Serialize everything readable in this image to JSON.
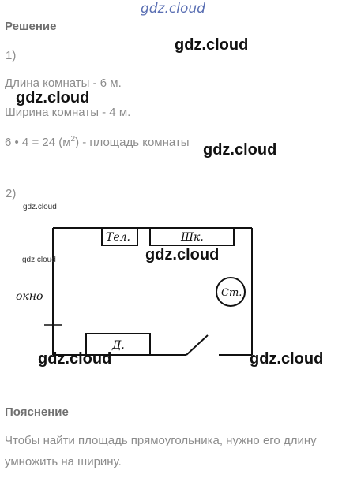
{
  "watermarks": {
    "top": "gdz.cloud",
    "mid_right": "gdz.cloud",
    "left": "gdz.cloud",
    "after_area": "gdz.cloud",
    "small1": "gdz.cloud",
    "small2": "gdz.cloud",
    "drawing_center": "gdz.cloud",
    "bottom_left": "gdz.cloud",
    "bottom_right": "gdz.cloud"
  },
  "solution": {
    "heading": "Решение",
    "part1_label": "1)",
    "length_line": "Длина комнаты - 6 м.",
    "width_line": "Ширина комнаты - 4 м.",
    "area_prefix": "6 • 4 = 24 (м",
    "area_sup": "2",
    "area_suffix": ") - площадь комнаты",
    "part2_label": "2)"
  },
  "plan": {
    "label_phone": "Тел.",
    "label_wardrobe": "Шк.",
    "label_table": "Ст.",
    "label_sofa": "Д.",
    "label_window": "окно"
  },
  "explanation": {
    "heading": "Пояснение",
    "line1": "Чтобы найти площадь прямоугольника, нужно его длину",
    "line2": "умножить на ширину."
  }
}
